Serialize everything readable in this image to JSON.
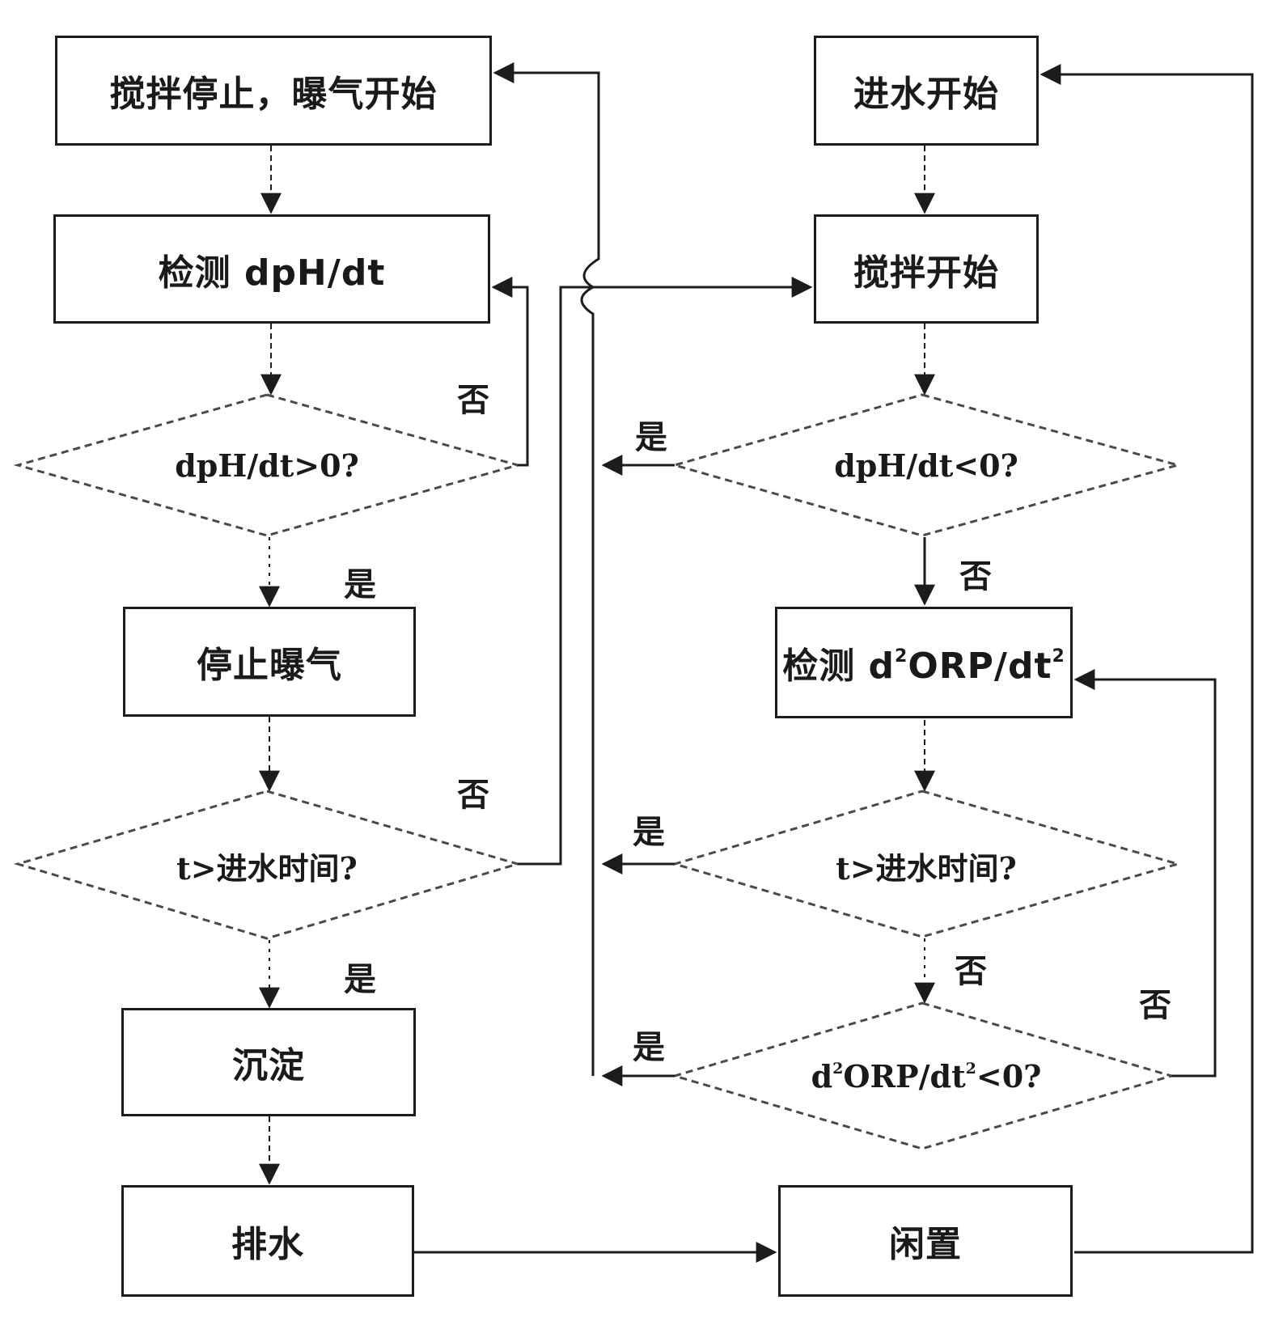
{
  "nodes": {
    "stop_stir_start_aerate": "搅拌停止，曝气开始",
    "detect_dph": "检测 dpH/dt",
    "cond_dph_gt0": "dpH/dt>0?",
    "stop_aerate": "停止曝气",
    "cond_t_left": "t>进水时间?",
    "settle": "沉淀",
    "drain": "排水",
    "inflow_start": "进水开始",
    "stir_start": "搅拌开始",
    "cond_dph_lt0": "dpH/dt<0?",
    "detect_orp_prefix": "检测 d",
    "detect_orp_mid": "ORP/dt",
    "cond_t_right": "t>进水时间?",
    "cond_orp_mid": "ORP/dt",
    "cond_orp_suffix": "<0?",
    "idle": "闲置",
    "sup2": "2"
  },
  "labels": {
    "yes": "是",
    "no": "否"
  },
  "colors": {
    "line": "#1c1c1c",
    "dashed": "#4a4a4a"
  }
}
